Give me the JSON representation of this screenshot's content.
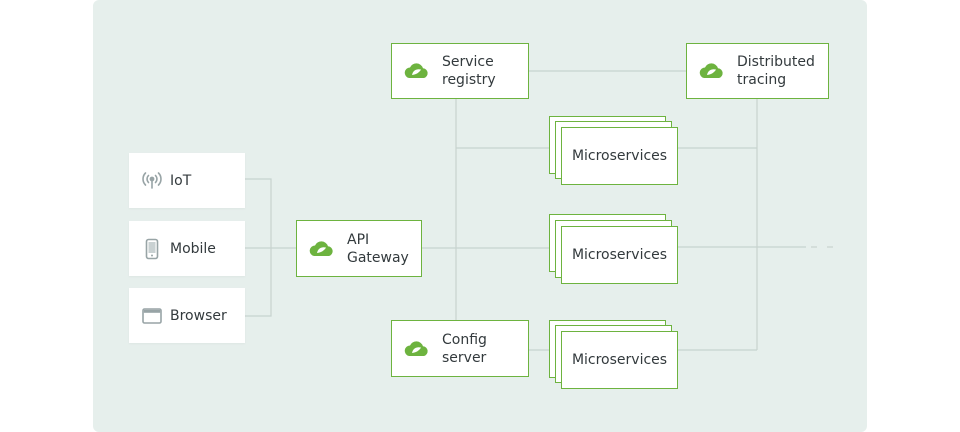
{
  "clients": {
    "iot": {
      "label": "IoT",
      "icon": "antenna-icon"
    },
    "mobile": {
      "label": "Mobile",
      "icon": "phone-icon"
    },
    "browser": {
      "label": "Browser",
      "icon": "browser-window-icon"
    }
  },
  "services": {
    "gateway": "API\nGateway",
    "registry": "Service\nregistry",
    "config": "Config\nserver",
    "tracing": "Distributed\ntracing"
  },
  "microservices": [
    "Microservices",
    "Microservices",
    "Microservices"
  ],
  "colors": {
    "panel": "#e6efec",
    "accent": "#6db33f",
    "line": "#c7d3cf",
    "text": "#333a3d",
    "icon_gray": "#98a4a6"
  },
  "icons": {
    "service_logo": "spring-leaf-cloud-icon"
  }
}
